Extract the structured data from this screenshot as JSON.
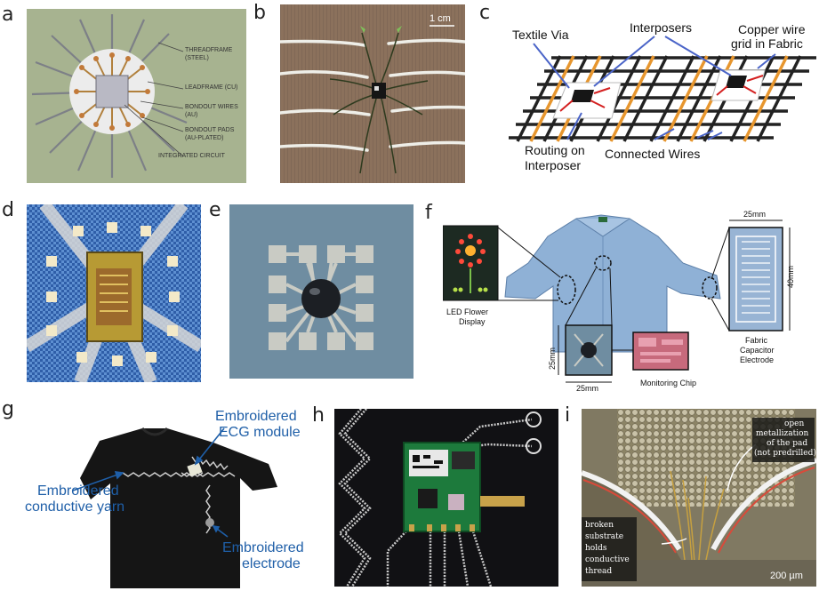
{
  "panels": {
    "a": {
      "letter": "a",
      "labels": {
        "threadframe": "THREADFRAME (STEEL)",
        "leadframe": "LEADFRAME (CU)",
        "bondout_wires": "BONDOUT WIRES (AU)",
        "bondout_pads": "BONDOUT PADS (AU-PLATED)",
        "ic": "INTEGRATED CIRCUIT"
      }
    },
    "b": {
      "letter": "b",
      "scale_bar": "1 cm"
    },
    "c": {
      "letter": "c",
      "labels": {
        "textile_via": "Textile Via",
        "interposers": "Interposers",
        "copper_grid_1": "Copper wire",
        "copper_grid_2": "grid in Fabric",
        "routing_1": "Routing on",
        "routing_2": "Interposer",
        "connected_wires": "Connected Wires"
      }
    },
    "d": {
      "letter": "d"
    },
    "e": {
      "letter": "e"
    },
    "f": {
      "letter": "f",
      "labels": {
        "led_1": "LED Flower",
        "led_2": "Display",
        "dim_top": "25mm",
        "dim_side": "40mm",
        "fabric_1": "Fabric",
        "fabric_2": "Capacitor",
        "fabric_3": "Electrode",
        "chip_dim_side": "25mm",
        "chip_dim_bottom": "25mm",
        "monitoring": "Monitoring Chip"
      }
    },
    "g": {
      "letter": "g",
      "labels": {
        "ecg_1": "Embroidered",
        "ecg_2": "ECG module",
        "yarn_1": "Embroidered",
        "yarn_2": "conductive yarn",
        "electrode_1": "Embroidered",
        "electrode_2": "electrode"
      }
    },
    "h": {
      "letter": "h"
    },
    "i": {
      "letter": "i",
      "labels": {
        "open_1": "open",
        "open_2": "metallization",
        "open_3": "of the pad",
        "open_4": "(not predrilled)",
        "broken_1": "broken",
        "broken_2": "substrate",
        "broken_3": "holds",
        "broken_4": "conductive",
        "broken_5": "thread",
        "scale": "200 µm"
      }
    }
  },
  "colors": {
    "panel_a_bg": "#a7b390",
    "accent_blue": "#1f5fa8",
    "fabric_blue": "#3d6fb5",
    "shirt_blue": "#8fb1d6",
    "shirt_black": "#151515",
    "copper_orange": "#e7962e"
  }
}
